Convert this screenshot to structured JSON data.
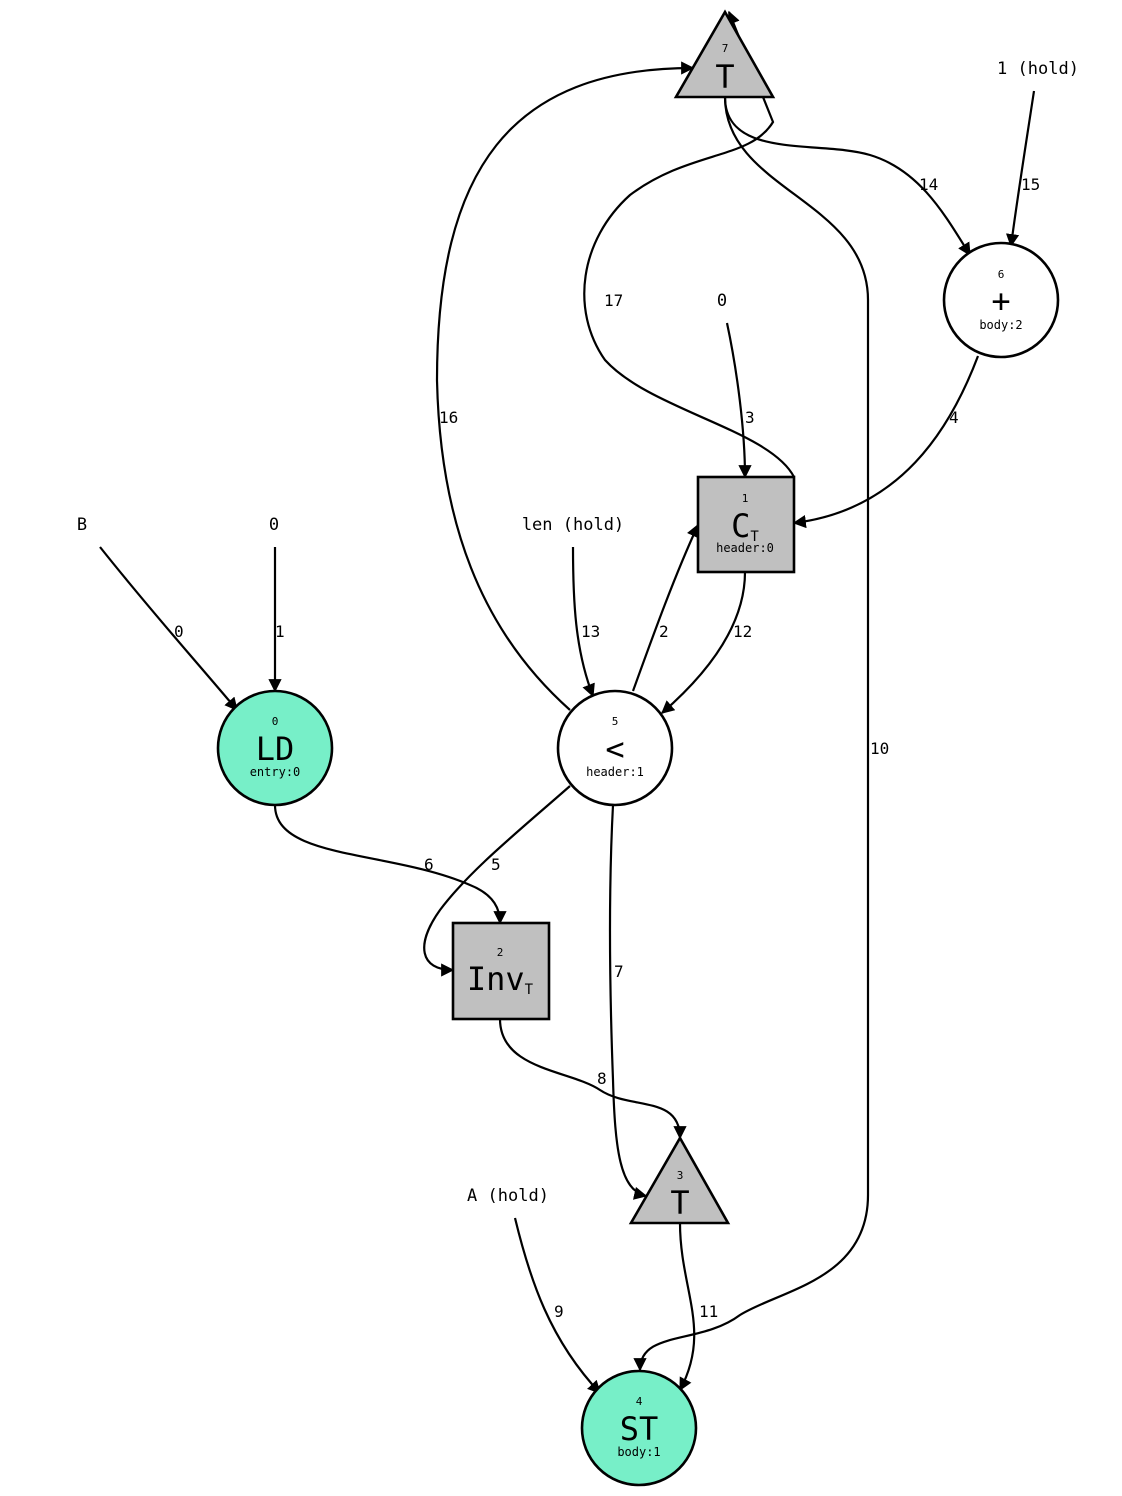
{
  "colors": {
    "memory_node": "#77efc8",
    "steer_node": "#c0c0c0",
    "plain_node": "#ffffff",
    "stroke": "#000000"
  },
  "nodes": [
    {
      "key": "n0",
      "id": "0",
      "op": "LD",
      "sub": "",
      "tag": "entry:0",
      "shape": "circle",
      "fill": "memory_node"
    },
    {
      "key": "n1",
      "id": "1",
      "op": "C",
      "sub": "T",
      "tag": "header:0",
      "shape": "square",
      "fill": "steer_node"
    },
    {
      "key": "n2",
      "id": "2",
      "op": "Inv",
      "sub": "T",
      "tag": "",
      "shape": "square",
      "fill": "steer_node"
    },
    {
      "key": "n3",
      "id": "3",
      "op": "T",
      "sub": "",
      "tag": "",
      "shape": "triangle",
      "fill": "steer_node"
    },
    {
      "key": "n4",
      "id": "4",
      "op": "ST",
      "sub": "",
      "tag": "body:1",
      "shape": "circle",
      "fill": "memory_node"
    },
    {
      "key": "n5",
      "id": "5",
      "op": "<",
      "sub": "",
      "tag": "header:1",
      "shape": "circle",
      "fill": "plain_node"
    },
    {
      "key": "n6",
      "id": "6",
      "op": "+",
      "sub": "",
      "tag": "body:2",
      "shape": "circle",
      "fill": "plain_node"
    },
    {
      "key": "n7",
      "id": "7",
      "op": "T",
      "sub": "",
      "tag": "",
      "shape": "triangle",
      "fill": "steer_node"
    }
  ],
  "sources": [
    {
      "key": "s_b",
      "text": "B"
    },
    {
      "key": "s_0a",
      "text": "0"
    },
    {
      "key": "s_len",
      "text": "len (hold)"
    },
    {
      "key": "s_0b",
      "text": "0"
    },
    {
      "key": "s_1",
      "text": "1 (hold)"
    },
    {
      "key": "s_a",
      "text": "A (hold)"
    }
  ],
  "edges": [
    {
      "key": "e0",
      "label": "0",
      "from": "B",
      "to": "0"
    },
    {
      "key": "e1",
      "label": "1",
      "from": "0",
      "to": "0"
    },
    {
      "key": "e2",
      "label": "2",
      "from": "5",
      "to": "1"
    },
    {
      "key": "e3",
      "label": "3",
      "from": "0",
      "to": "1"
    },
    {
      "key": "e4",
      "label": "4",
      "from": "6",
      "to": "1"
    },
    {
      "key": "e5",
      "label": "5",
      "from": "5",
      "to": "2"
    },
    {
      "key": "e6",
      "label": "6",
      "from": "0",
      "to": "2"
    },
    {
      "key": "e7",
      "label": "7",
      "from": "5",
      "to": "3"
    },
    {
      "key": "e8",
      "label": "8",
      "from": "2",
      "to": "3"
    },
    {
      "key": "e9",
      "label": "9",
      "from": "A (hold)",
      "to": "4"
    },
    {
      "key": "e10",
      "label": "10",
      "from": "7",
      "to": "4"
    },
    {
      "key": "e11",
      "label": "11",
      "from": "3",
      "to": "4"
    },
    {
      "key": "e12",
      "label": "12",
      "from": "1",
      "to": "5"
    },
    {
      "key": "e13",
      "label": "13",
      "from": "len (hold)",
      "to": "5"
    },
    {
      "key": "e14",
      "label": "14",
      "from": "7",
      "to": "6"
    },
    {
      "key": "e15",
      "label": "15",
      "from": "1 (hold)",
      "to": "6"
    },
    {
      "key": "e16",
      "label": "16",
      "from": "5",
      "to": "7"
    },
    {
      "key": "e17",
      "label": "17",
      "from": "1",
      "to": "7"
    }
  ]
}
